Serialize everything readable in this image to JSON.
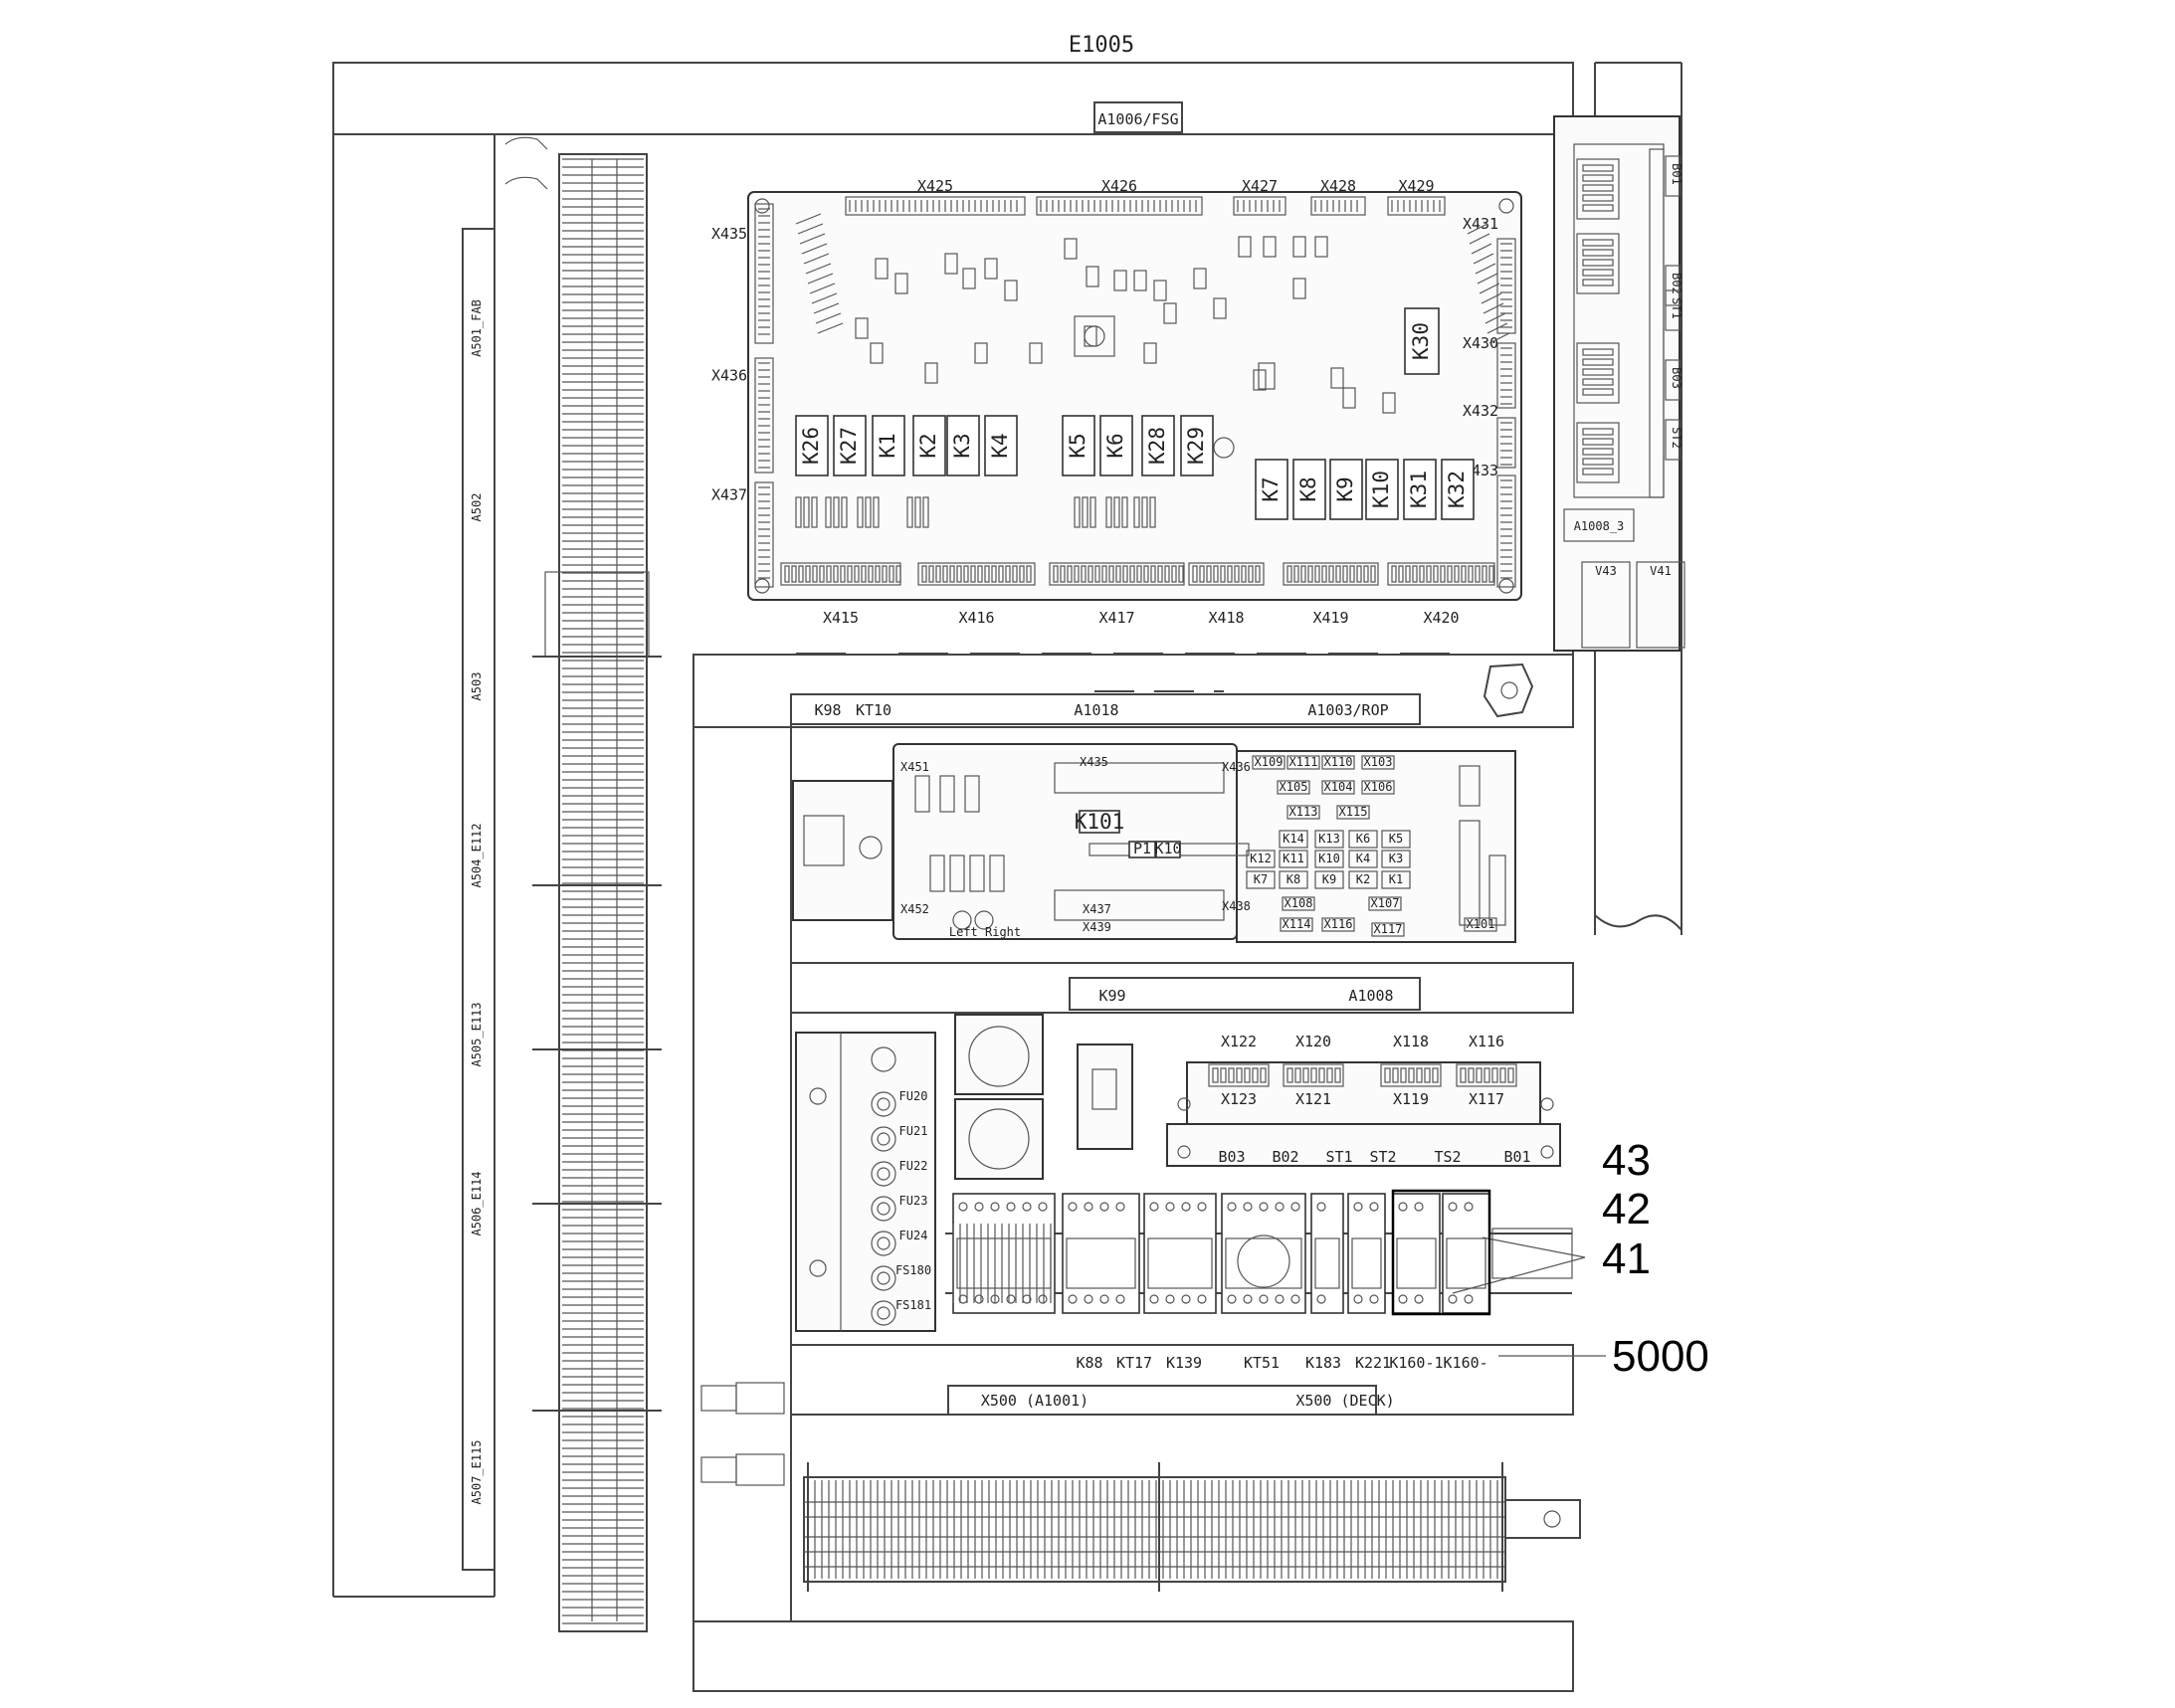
{
  "cabinet": {
    "title": "E1005",
    "top_tag": "A1006/FSG"
  },
  "main_board": {
    "top_connectors": [
      "X425",
      "X426",
      "X427",
      "X428",
      "X429"
    ],
    "left_connectors": [
      "X435",
      "X436",
      "X437"
    ],
    "right_connectors": [
      "X431",
      "X430",
      "X432",
      "X433"
    ],
    "bottom_connectors": [
      "X415",
      "X416",
      "X417",
      "X418",
      "X419",
      "X420"
    ],
    "relays_row1": [
      "K26",
      "K27",
      "K1",
      "K2",
      "K3",
      "K4",
      "K5",
      "K6",
      "K28",
      "K29"
    ],
    "relays_row2": [
      "K7",
      "K8",
      "K9",
      "K10",
      "K31",
      "K32"
    ],
    "relay_k30": "K30"
  },
  "side_module": {
    "label": "A1008_3",
    "ports": [
      "V43",
      "V41"
    ],
    "vertical_labels": [
      "B01",
      "B02",
      "B03",
      "ST1",
      "ST2"
    ]
  },
  "din_rail_labels": [
    "A501_FAB",
    "A502",
    "A503",
    "A504_E112",
    "A505_E113",
    "A506_E114",
    "A507_E115"
  ],
  "rail_1": {
    "left": [
      "K98",
      "KT10"
    ],
    "center": "A1018",
    "right": "A1003/ROP"
  },
  "board_2": {
    "connectors": [
      "X451",
      "X435",
      "X436",
      "X438",
      "X452",
      "X437",
      "X439"
    ],
    "relays": [
      "K101",
      "P1",
      "K10"
    ],
    "bottom_text": "Left Right",
    "sub_connectors": [
      "X109",
      "X111",
      "X110",
      "X103",
      "X105",
      "X104",
      "X106",
      "X113",
      "X115",
      "X108",
      "X107",
      "X114",
      "X116",
      "X117",
      "X101"
    ],
    "small_relays": [
      "K14",
      "K13",
      "K6",
      "K5",
      "K12",
      "K11",
      "K10",
      "K4",
      "K3",
      "K7",
      "K8",
      "K9",
      "K2",
      "K1"
    ]
  },
  "rail_2": {
    "left": "K99",
    "right": "A1008"
  },
  "board_3": {
    "connectors_top": [
      "X122",
      "X120",
      "X118",
      "X116"
    ],
    "connectors_mid": [
      "X123",
      "X121",
      "X119",
      "X117"
    ],
    "bottom_labels": [
      "B03",
      "B02",
      "ST1",
      "ST2",
      "TS2",
      "B01"
    ],
    "fuses": [
      "FU20",
      "FU21",
      "FU22",
      "FU23",
      "FU24",
      "FS180",
      "FS181"
    ]
  },
  "rail_3": {
    "labels": [
      "K88",
      "KT17",
      "K139",
      "KT51",
      "K183",
      "K221",
      "K160-1K160-"
    ],
    "sub_left": "X500 (A1001)",
    "sub_right": "X500 (DECK)"
  },
  "callouts": [
    "43",
    "42",
    "41",
    "5000"
  ]
}
